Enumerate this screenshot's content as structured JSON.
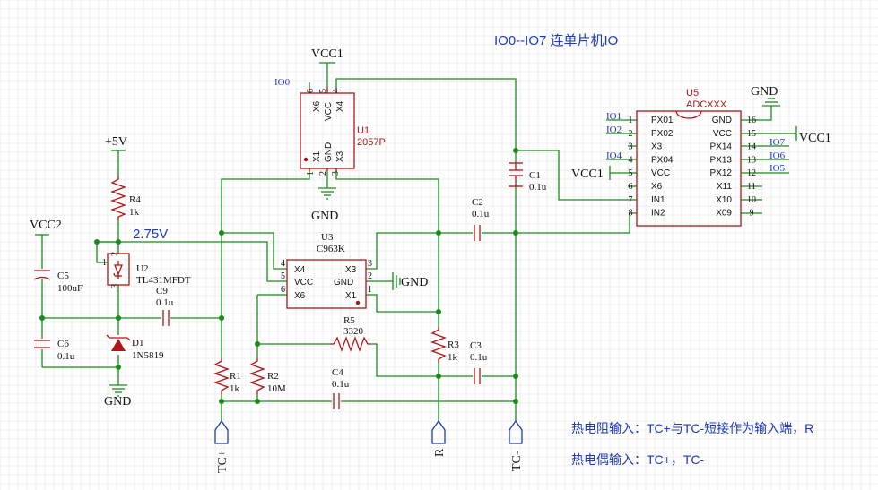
{
  "title": "IO0--IO7 连单片机IO",
  "voltage_label": "2.75V",
  "notes": [
    "热电阻输入：TC+与TC-短接作为输入端，R",
    "热电偶输入：TC+，TC-"
  ],
  "power": {
    "vcc1_top": "VCC1",
    "vcc1_u5_pin5": "VCC1",
    "vcc1_u5_pin15": "VCC1",
    "vcc2": "VCC2",
    "plus5v": "+5V",
    "gnd_u1": "GND",
    "gnd_u3": "GND",
    "gnd_u5": "GND",
    "gnd_left": "GND"
  },
  "net_labels": {
    "io0": "IO0",
    "io1": "IO1",
    "io2": "IO2",
    "io4": "IO4",
    "io7": "IO7",
    "io6": "IO6",
    "io5": "IO5"
  },
  "ports": {
    "tc_plus": "TC+",
    "r": "R",
    "tc_minus": "TC-"
  },
  "u1": {
    "ref": "U1",
    "value": "2057P",
    "pins_top": [
      {
        "num": "6",
        "name": "X6"
      },
      {
        "num": "5",
        "name": "VCC"
      },
      {
        "num": "4",
        "name": "X4"
      }
    ],
    "pins_bottom": [
      {
        "num": "1",
        "name": "X1"
      },
      {
        "num": "2",
        "name": "GND"
      },
      {
        "num": "3",
        "name": "X3"
      }
    ]
  },
  "u2": {
    "ref": "U2",
    "value": "TL431MFDT",
    "pin1": "1",
    "pin2": "2",
    "pin3": "3"
  },
  "u3": {
    "ref": "U3",
    "value": "C963K",
    "left_pins": [
      {
        "num": "4",
        "name": "X4"
      },
      {
        "num": "5",
        "name": "VCC"
      },
      {
        "num": "6",
        "name": "X6"
      }
    ],
    "right_pins": [
      {
        "num": "3",
        "name": "X3"
      },
      {
        "num": "2",
        "name": "GND"
      },
      {
        "num": "1",
        "name": "X1"
      }
    ]
  },
  "u5": {
    "ref": "U5",
    "value": "ADCXXX",
    "left_pins": [
      {
        "num": "1",
        "name": "PX01"
      },
      {
        "num": "2",
        "name": "PX02"
      },
      {
        "num": "3",
        "name": "X3"
      },
      {
        "num": "4",
        "name": "PX04"
      },
      {
        "num": "5",
        "name": "VCC"
      },
      {
        "num": "6",
        "name": "X6"
      },
      {
        "num": "7",
        "name": "IN1"
      },
      {
        "num": "8",
        "name": "IN2"
      }
    ],
    "right_pins": [
      {
        "num": "16",
        "name": "GND"
      },
      {
        "num": "15",
        "name": "VCC"
      },
      {
        "num": "14",
        "name": "PX14"
      },
      {
        "num": "13",
        "name": "PX13"
      },
      {
        "num": "12",
        "name": "PX12"
      },
      {
        "num": "11",
        "name": "X11"
      },
      {
        "num": "10",
        "name": "X10"
      },
      {
        "num": "9",
        "name": "X09"
      }
    ]
  },
  "components": {
    "r1": {
      "ref": "R1",
      "value": "1k"
    },
    "r2": {
      "ref": "R2",
      "value": "10M"
    },
    "r3": {
      "ref": "R3",
      "value": "1k"
    },
    "r4": {
      "ref": "R4",
      "value": "1k"
    },
    "r5": {
      "ref": "R5",
      "value": "3320"
    },
    "c1": {
      "ref": "C1",
      "value": "0.1u"
    },
    "c2": {
      "ref": "C2",
      "value": "0.1u"
    },
    "c3": {
      "ref": "C3",
      "value": "0.1u"
    },
    "c4": {
      "ref": "C4",
      "value": "0.1u"
    },
    "c5": {
      "ref": "C5",
      "value": "100uF"
    },
    "c6": {
      "ref": "C6",
      "value": "0.1u"
    },
    "c9": {
      "ref": "C9",
      "value": "0.1u"
    },
    "d1": {
      "ref": "D1",
      "value": "1N5819"
    }
  },
  "colors": {
    "wire": "#1a8a1a",
    "part": "#b01515",
    "net_label": "#1d3bbd",
    "text": "#111111"
  }
}
